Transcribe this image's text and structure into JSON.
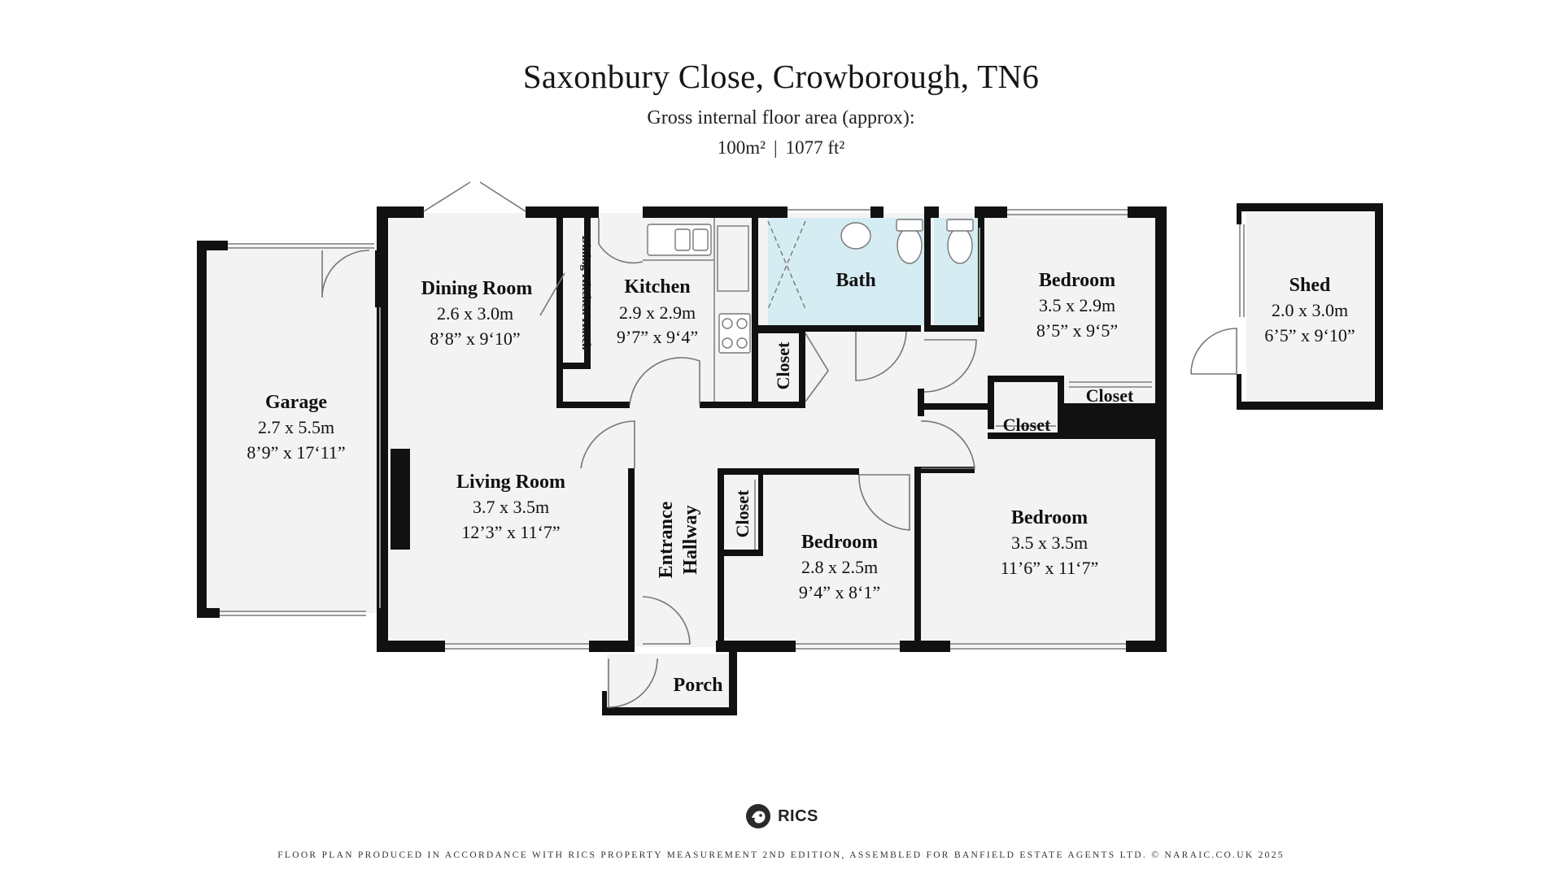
{
  "title": "Saxonbury Close, Crowborough, TN6",
  "subtitle": "Gross internal floor area (approx):",
  "area": {
    "metric": "100m²",
    "separator": "|",
    "imperial": "1077 ft²"
  },
  "rooms": {
    "garage": {
      "name": "Garage",
      "metric": "2.7 x 5.5m",
      "imperial": "8’9” x 17‘11”"
    },
    "dining_room": {
      "name": "Dining Room",
      "metric": "2.6 x 3.0m",
      "imperial": "8’8” x 9‘10”"
    },
    "dining_kitchen_hatch": {
      "name": "Dining Kitchen Hatch"
    },
    "kitchen": {
      "name": "Kitchen",
      "metric": "2.9 x 2.9m",
      "imperial": "9’7” x 9‘4”"
    },
    "bath": {
      "name": "Bath"
    },
    "bedroom_ne": {
      "name": "Bedroom",
      "metric": "3.5 x 2.9m",
      "imperial": "8’5” x 9‘5”"
    },
    "shed": {
      "name": "Shed",
      "metric": "2.0 x 3.0m",
      "imperial": "6’5” x 9‘10”"
    },
    "living_room": {
      "name": "Living Room",
      "metric": "3.7 x 3.5m",
      "imperial": "12’3” x 11‘7”"
    },
    "entrance_hallway": {
      "line1": "Entrance",
      "line2": "Hallway"
    },
    "bedroom_s": {
      "name": "Bedroom",
      "metric": "2.8 x 2.5m",
      "imperial": "9’4” x 8‘1”"
    },
    "bedroom_se": {
      "name": "Bedroom",
      "metric": "3.5 x 3.5m",
      "imperial": "11’6” x 11‘7”"
    },
    "porch": {
      "name": "Porch"
    },
    "closet_hall": {
      "name": "Closet"
    },
    "closet_bedroom_s": {
      "name": "Closet"
    },
    "closet_ne_a": {
      "name": "Closet"
    },
    "closet_ne_b": {
      "name": "Closet"
    }
  },
  "logo": {
    "text": "RICS",
    "icon": "rics-lion-icon"
  },
  "footer": "FLOOR PLAN PRODUCED IN ACCORDANCE WITH RICS PROPERTY MEASUREMENT 2ND EDITION, ASSEMBLED FOR BANFIELD ESTATE AGENTS LTD. © NARAIC.CO.UK 2025",
  "colors": {
    "wall": "#111111",
    "floor": "#f3f3f3",
    "bath_floor": "#d6ecf3",
    "fixture_stroke": "#777777"
  }
}
